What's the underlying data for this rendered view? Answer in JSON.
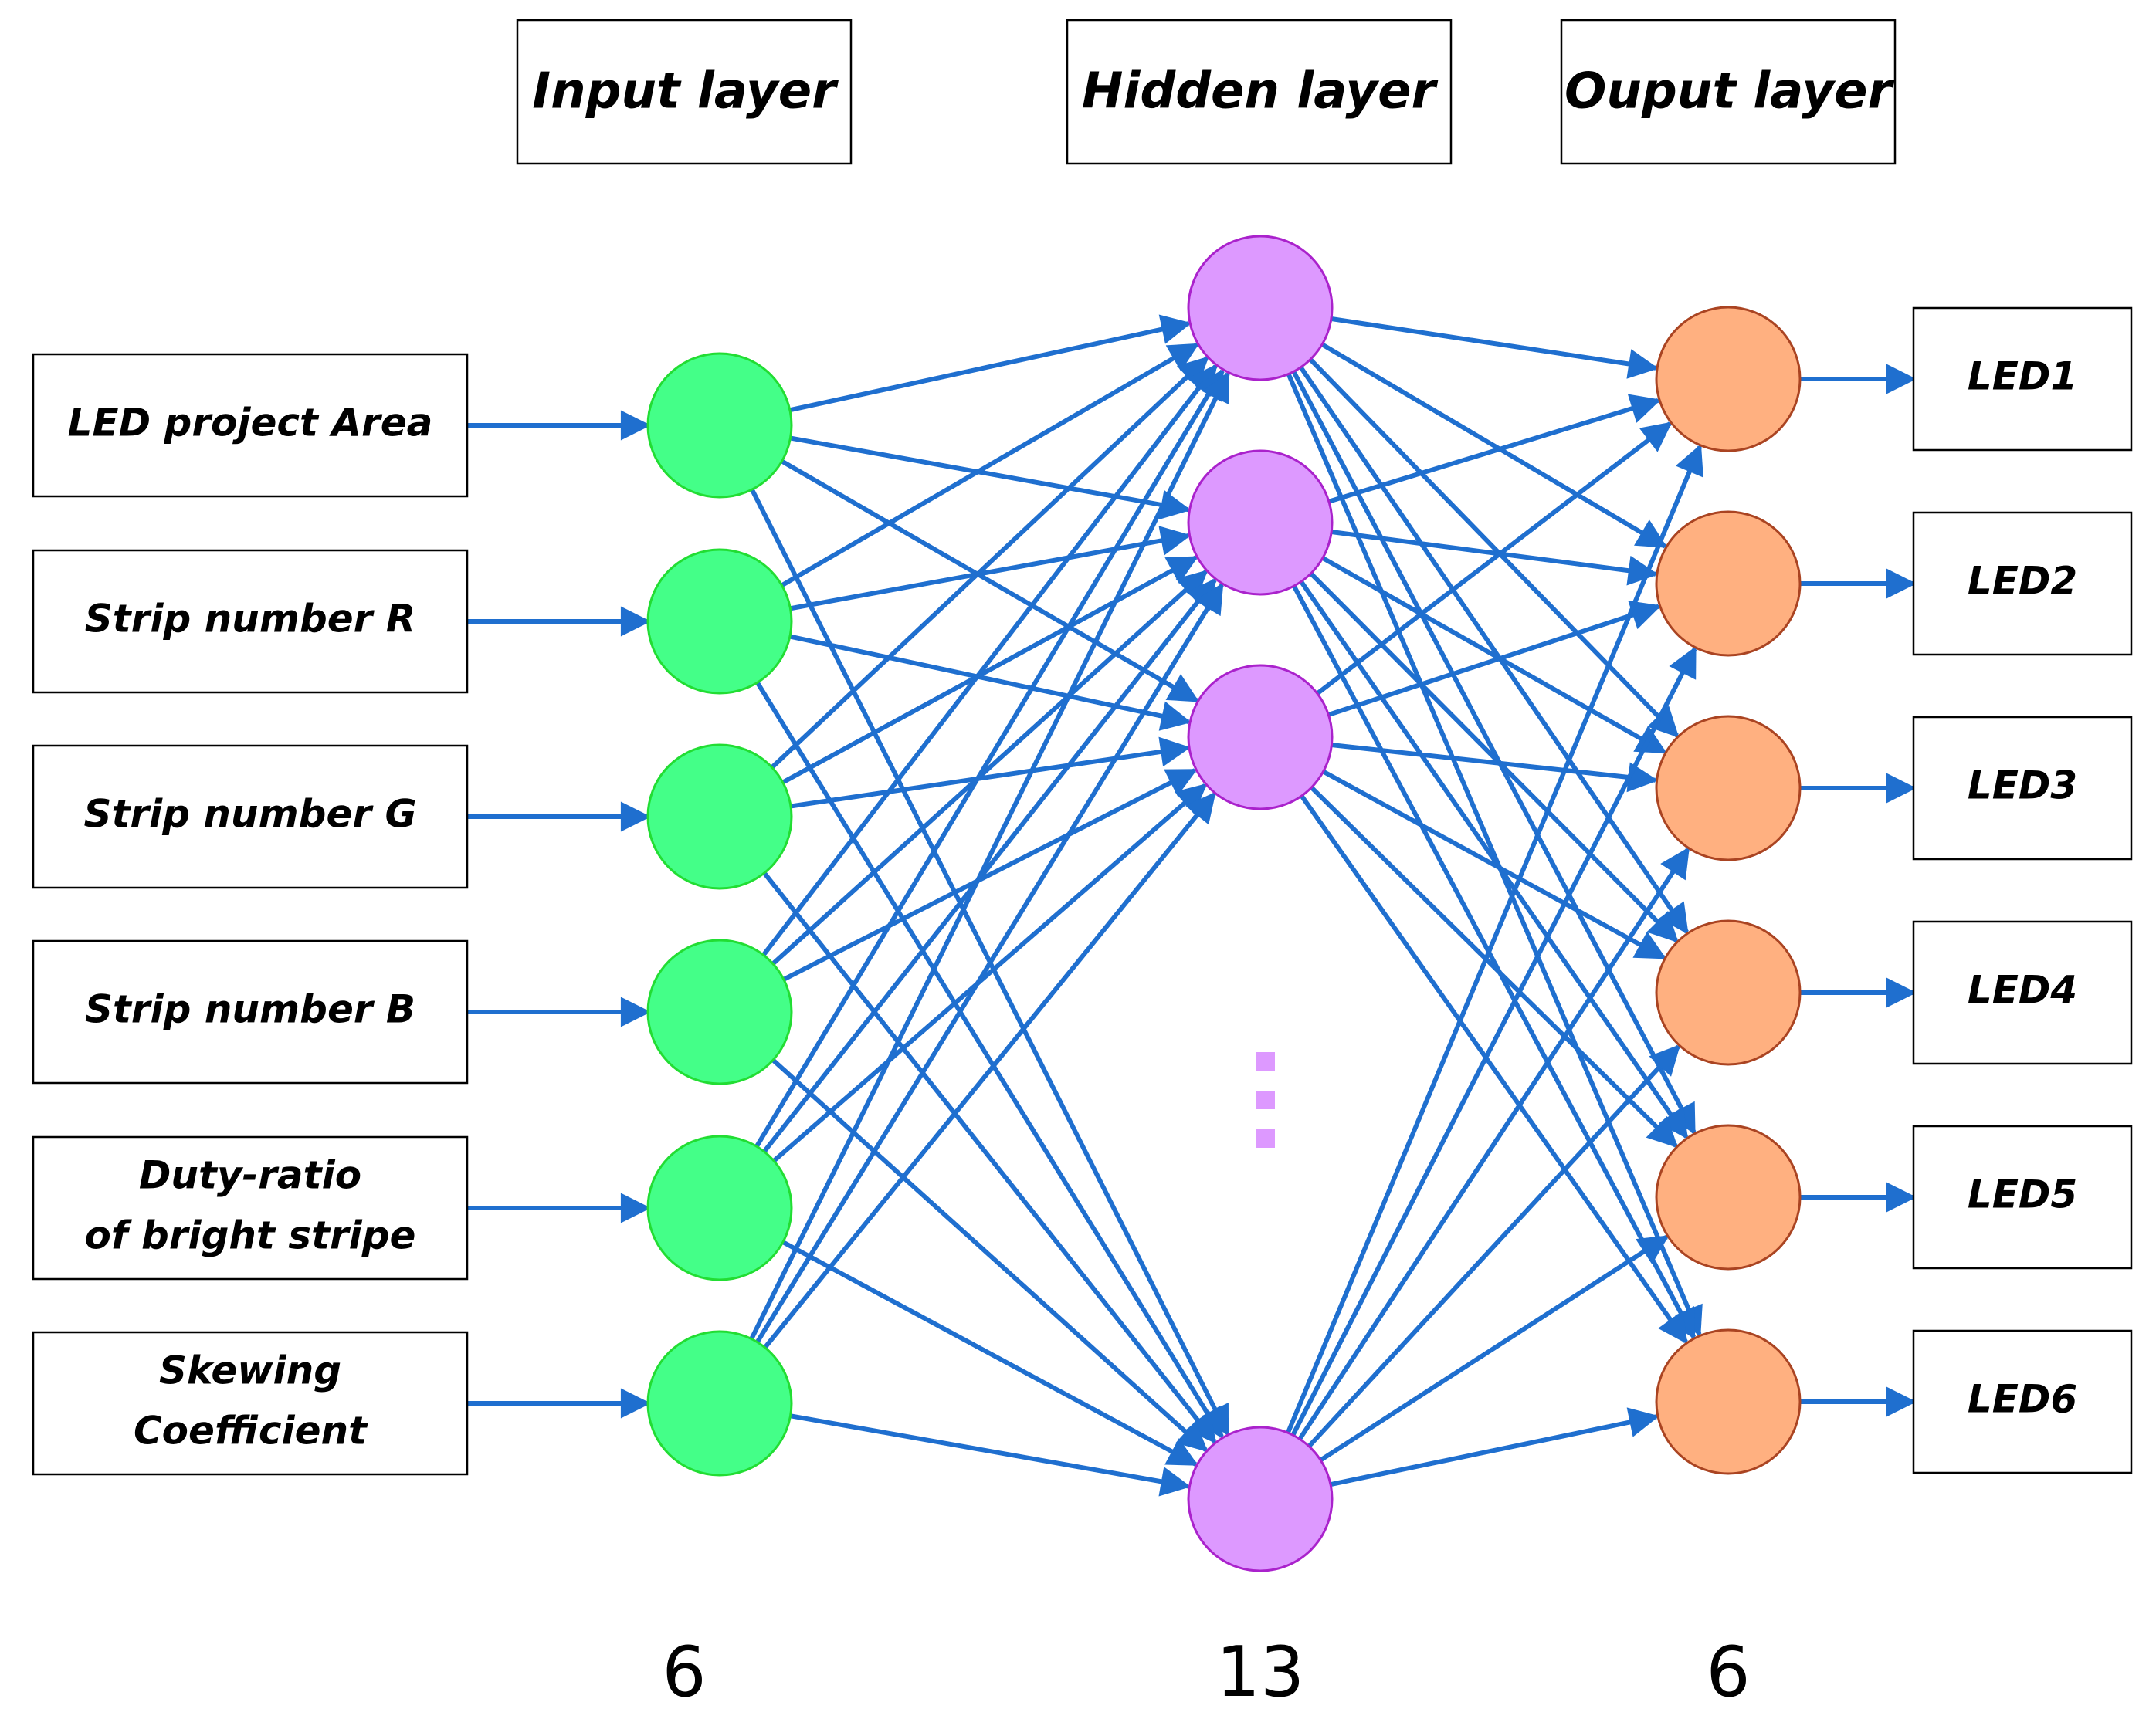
{
  "colors": {
    "arrow": "#1f6fcf",
    "input_fill": "#44ff88",
    "input_stroke": "#22dd33",
    "hidden_fill": "#dd99ff",
    "hidden_stroke": "#aa22cc",
    "output_fill": "#ffb080",
    "output_stroke": "#aa4422",
    "ellipsis": "#dd99ff"
  },
  "layers": {
    "input": {
      "title": "Input layer",
      "count": "6"
    },
    "hidden": {
      "title": "Hidden layer",
      "count": "13"
    },
    "output": {
      "title": "Ouput layer",
      "count": "6"
    }
  },
  "inputs": [
    {
      "lines": [
        "LED project Area"
      ]
    },
    {
      "lines": [
        "Strip number R"
      ]
    },
    {
      "lines": [
        "Strip number G"
      ]
    },
    {
      "lines": [
        "Strip number B"
      ]
    },
    {
      "lines": [
        "Duty-ratio",
        "of bright stripe"
      ]
    },
    {
      "lines": [
        "Skewing",
        "Coefficient"
      ]
    }
  ],
  "outputs": [
    {
      "label": "LED1"
    },
    {
      "label": "LED2"
    },
    {
      "label": "LED3"
    },
    {
      "label": "LED4"
    },
    {
      "label": "LED5"
    },
    {
      "label": "LED6"
    }
  ],
  "hidden_visible_nodes": 4
}
